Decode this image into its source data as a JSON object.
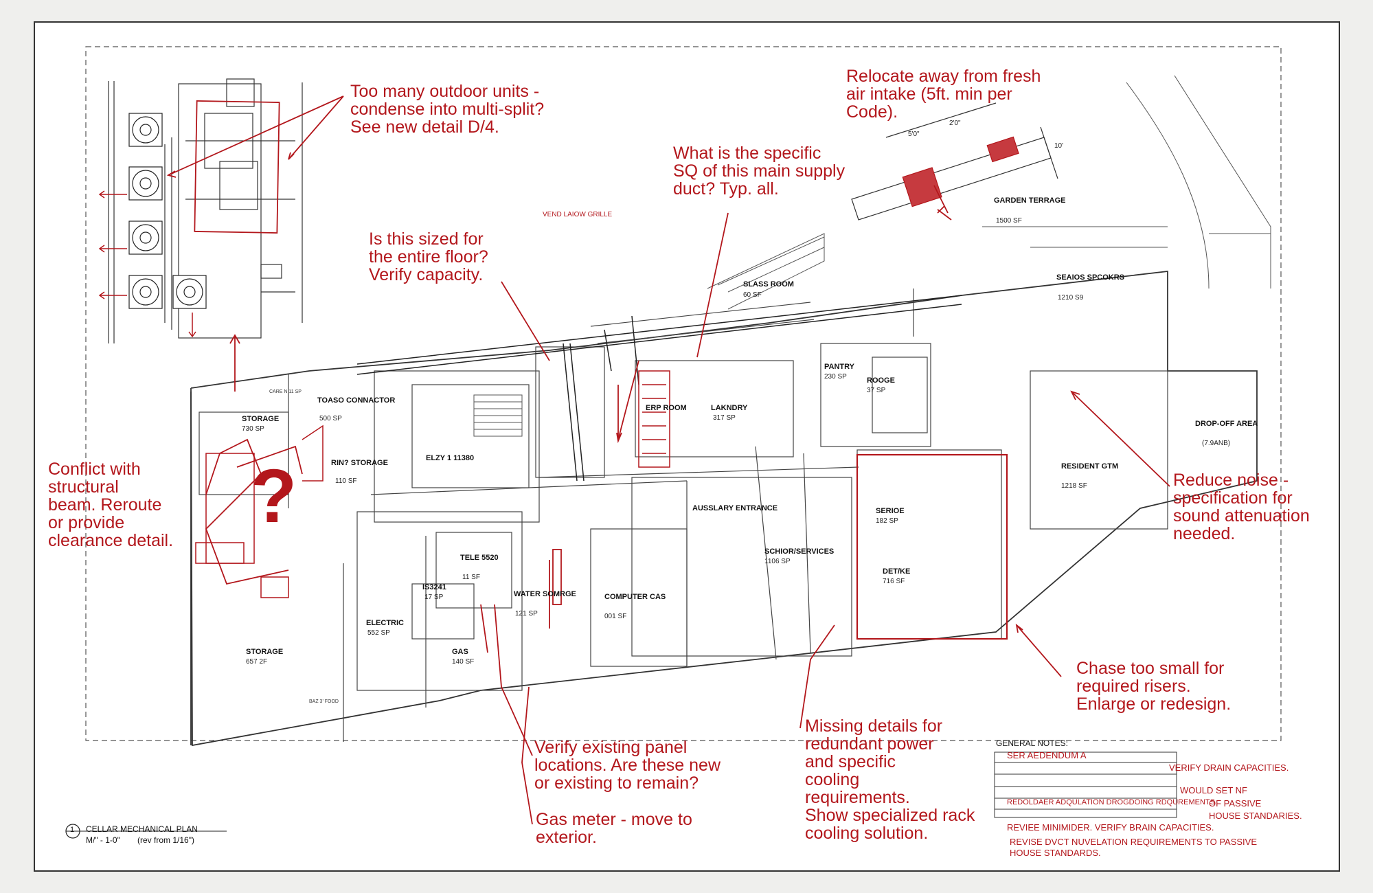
{
  "colors": {
    "markup": "#b3171c",
    "ink": "#222222",
    "paper": "#ffffff"
  },
  "annotations": {
    "outdoor_units": [
      "Too many outdoor units -",
      "condense into multi-split?",
      "See new detail D/4."
    ],
    "fresh_air": [
      "Relocate away from fresh",
      "air intake (5ft. min per",
      "Code)."
    ],
    "supply_duct": [
      "What is the specific",
      "SQ of this main supply",
      "duct?  Typ. all."
    ],
    "sized_floor": [
      "Is this sized for",
      "the entire floor?",
      "Verify capacity."
    ],
    "structural": [
      "Conflict with",
      "structural",
      "beam. Reroute",
      "or provide",
      "clearance detail."
    ],
    "noise": [
      "Reduce noise -",
      "specification for",
      "sound attenuation",
      "needed."
    ],
    "chase": [
      "Chase too small for",
      "required risers.",
      "Enlarge or redesign."
    ],
    "missing_details": [
      "Missing details for",
      "redundant power",
      "and specific",
      "cooling",
      "requirements.",
      "Show specialized rack",
      "cooling solution."
    ],
    "panel": [
      "Verify existing panel",
      "locations. Are these new",
      "or existing to remain?"
    ],
    "gas_meter": [
      "Gas meter - move to",
      "exterior."
    ],
    "question_mark": "?"
  },
  "dims": {
    "d1": "5'0\"",
    "d2": "2'0\"",
    "d3": "10'"
  },
  "callouts": {
    "vend_grille": "VEND LAIOW GRILLE",
    "storage_note": "CARE N 11 SP",
    "bias": "BAZ 3' FOOD"
  },
  "rooms": [
    {
      "name": "STORAGE",
      "area": "730 SP"
    },
    {
      "name": "TOASO CONNACTOR",
      "area": "500 SP"
    },
    {
      "name": "RIN? STORAGE",
      "area": "110 SF"
    },
    {
      "name": "ELZY 1 11380",
      "area": ""
    },
    {
      "name": "ERP ROOM",
      "area": ""
    },
    {
      "name": "LAKNDRY",
      "area": "317 SP"
    },
    {
      "name": "SLASS ROOM",
      "area": "60 SF"
    },
    {
      "name": "PANTRY",
      "area": "230 SP"
    },
    {
      "name": "ROOGE",
      "area": "37 SP"
    },
    {
      "name": "GARDEN TERRAGE",
      "area": "1500 SF"
    },
    {
      "name": "SEAIOS SPCOKRS",
      "area": "1210 S9"
    },
    {
      "name": "DROP-OFF AREA",
      "area": "(7.9ANB)"
    },
    {
      "name": "RESIDENT GTM",
      "area": "1218 SF"
    },
    {
      "name": "AUSSLARY ENTRANCE",
      "area": ""
    },
    {
      "name": "SCHIOR/SERVICES",
      "area": "1106 SP"
    },
    {
      "name": "SERIOE",
      "area": "182 SP"
    },
    {
      "name": "DET/KE",
      "area": "716 SF"
    },
    {
      "name": "TELE 5520",
      "area": "11 SF"
    },
    {
      "name": "IS3241",
      "area": "17 SP"
    },
    {
      "name": "WATER SOMRGE",
      "area": "121 SP"
    },
    {
      "name": "COMPUTER CAS",
      "area": "001 SF"
    },
    {
      "name": "ELECTRIC",
      "area": "552 SP"
    },
    {
      "name": "GAS",
      "area": "140 SF"
    },
    {
      "name": "STORAGE",
      "area": "657 2F"
    }
  ],
  "general_notes": {
    "title": "GENERAL NOTES:",
    "addendum": "SER AEDENDUM A",
    "drain": "VERIFY DRAIN CAPACITIES.",
    "would_set": "WOULD SET NF",
    "passive1": "OF PASSIVE",
    "house1": "HOUSE STANDARIES.",
    "reciloader": "REDOLDAER ADQULATION DROGDOING RDQUREMENTS",
    "review": "REVIEE MINIMIDER. VERIFY BRAIN CAPACITIES.",
    "revise": "REVISE DVCT NUVELATION REQUIREMENTS TO PASSIVE",
    "house2": "HOUSE STANDARDS."
  },
  "plan_title": {
    "number": "1",
    "name": "CELLAR MECHANICAL PLAN",
    "scale": "M/\" - 1-0\"",
    "rev": "(rev from 1/16\")"
  }
}
